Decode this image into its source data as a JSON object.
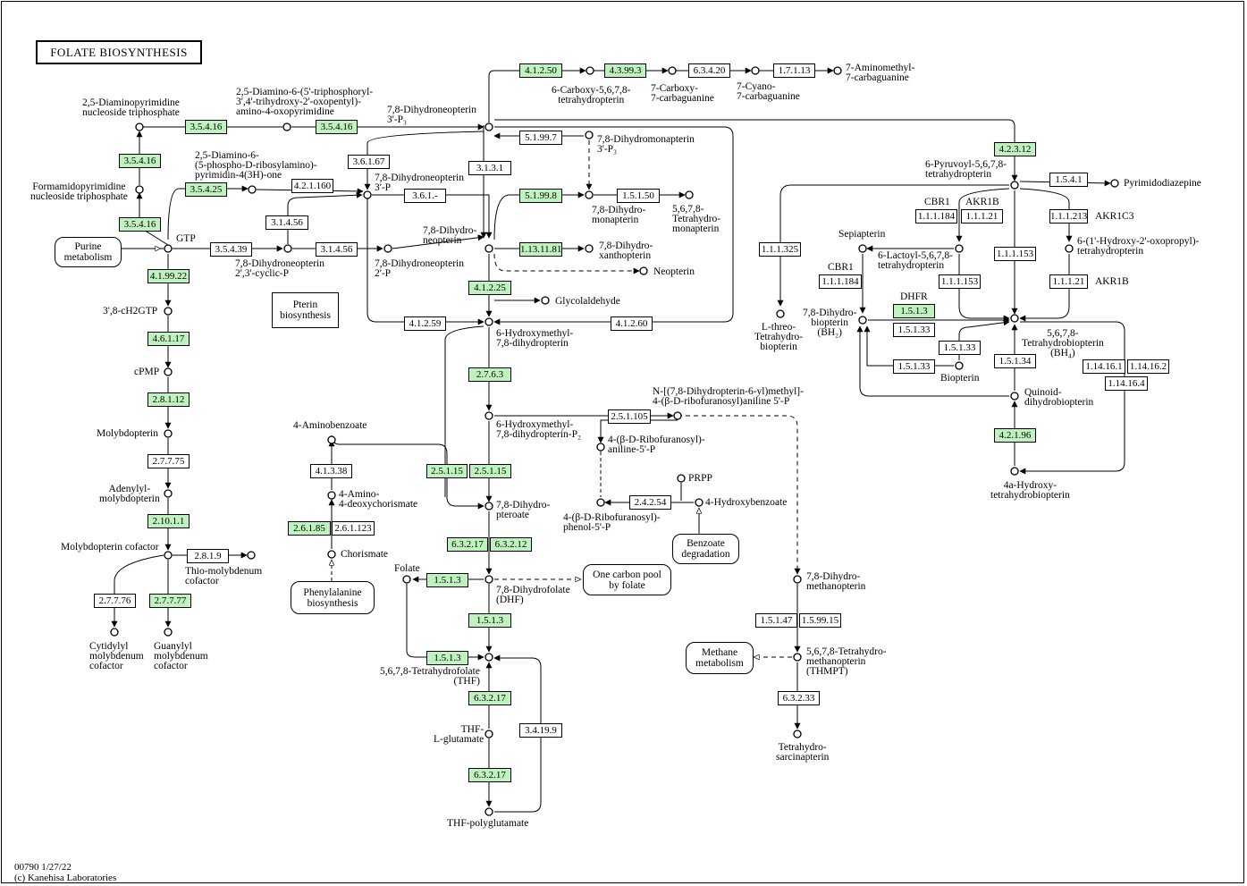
{
  "title": "FOLATE BIOSYNTHESIS",
  "footer": "00790 1/27/22\n(c) Kanehisa Laboratories",
  "colors": {
    "highlighted_enzyme": "#bff2bf",
    "line": "#000000"
  },
  "enzymes": [
    {
      "id": "4.1.2.50",
      "hl": true
    },
    {
      "id": "4.3.99.3",
      "hl": true
    },
    {
      "id": "6.3.4.20",
      "hl": false
    },
    {
      "id": "1.7.1.13",
      "hl": false
    },
    {
      "id": "3.5.4.16",
      "hl": true
    },
    {
      "id": "3.5.4.16",
      "hl": true
    },
    {
      "id": "3.5.4.16",
      "hl": true
    },
    {
      "id": "3.5.4.16",
      "hl": true
    },
    {
      "id": "3.5.4.25",
      "hl": true
    },
    {
      "id": "4.2.1.160",
      "hl": false
    },
    {
      "id": "3.6.1.67",
      "hl": false
    },
    {
      "id": "5.1.99.7",
      "hl": false
    },
    {
      "id": "3.1.3.1",
      "hl": false
    },
    {
      "id": "3.6.1.-",
      "hl": false
    },
    {
      "id": "5.1.99.8",
      "hl": true
    },
    {
      "id": "1.5.1.50",
      "hl": false
    },
    {
      "id": "3.1.4.56",
      "hl": false
    },
    {
      "id": "3.5.4.39",
      "hl": false
    },
    {
      "id": "3.1.4.56",
      "hl": false
    },
    {
      "id": "1.13.11.81",
      "hl": true
    },
    {
      "id": "4.1.99.22",
      "hl": true
    },
    {
      "id": "4.1.2.25",
      "hl": true
    },
    {
      "id": "4.1.2.59",
      "hl": false
    },
    {
      "id": "4.1.2.60",
      "hl": false
    },
    {
      "id": "4.6.1.17",
      "hl": true
    },
    {
      "id": "2.7.6.3",
      "hl": true
    },
    {
      "id": "2.8.1.12",
      "hl": true
    },
    {
      "id": "2.5.1.105",
      "hl": false
    },
    {
      "id": "2.7.7.75",
      "hl": false
    },
    {
      "id": "4.1.3.38",
      "hl": false
    },
    {
      "id": "2.5.1.15",
      "hl": true
    },
    {
      "id": "2.5.1.15",
      "hl": true
    },
    {
      "id": "2.10.1.1",
      "hl": true
    },
    {
      "id": "2.4.2.54",
      "hl": false
    },
    {
      "id": "2.6.1.85",
      "hl": true
    },
    {
      "id": "2.6.1.123",
      "hl": false
    },
    {
      "id": "2.8.1.9",
      "hl": false
    },
    {
      "id": "6.3.2.17",
      "hl": true
    },
    {
      "id": "6.3.2.12",
      "hl": true
    },
    {
      "id": "1.5.1.3",
      "hl": true
    },
    {
      "id": "2.7.7.76",
      "hl": false
    },
    {
      "id": "2.7.7.77",
      "hl": true
    },
    {
      "id": "1.5.1.3",
      "hl": true
    },
    {
      "id": "1.5.1.47",
      "hl": false
    },
    {
      "id": "1.5.99.15",
      "hl": false
    },
    {
      "id": "1.5.1.3",
      "hl": true
    },
    {
      "id": "6.3.2.17",
      "hl": true
    },
    {
      "id": "3.4.19.9",
      "hl": false
    },
    {
      "id": "6.3.2.33",
      "hl": false
    },
    {
      "id": "6.3.2.17",
      "hl": true
    },
    {
      "id": "4.2.3.12",
      "hl": true
    },
    {
      "id": "1.5.4.1",
      "hl": false
    },
    {
      "id": "1.1.1.184",
      "hl": false
    },
    {
      "id": "1.1.1.21",
      "hl": false
    },
    {
      "id": "1.1.1.213",
      "hl": false
    },
    {
      "id": "1.1.1.325",
      "hl": false
    },
    {
      "id": "1.1.1.153",
      "hl": false
    },
    {
      "id": "1.1.1.184",
      "hl": false
    },
    {
      "id": "1.1.1.153",
      "hl": false
    },
    {
      "id": "1.1.1.21",
      "hl": false
    },
    {
      "id": "1.5.1.3",
      "hl": true
    },
    {
      "id": "1.5.1.33",
      "hl": false
    },
    {
      "id": "1.5.1.33",
      "hl": false
    },
    {
      "id": "1.5.1.33",
      "hl": false
    },
    {
      "id": "1.5.1.34",
      "hl": false
    },
    {
      "id": "1.14.16.1",
      "hl": false
    },
    {
      "id": "1.14.16.2",
      "hl": false
    },
    {
      "id": "1.14.16.4",
      "hl": false
    },
    {
      "id": "4.2.1.96",
      "hl": true
    }
  ],
  "compounds": [
    "7-Aminomethyl-\n7-carbaguanine",
    "6-Carboxy-5,6,7,8-\ntetrahydropterin",
    "7-Carboxy-\n7-carbaguanine",
    "7-Cyano-\n7-carbaguanine",
    "2,5-Diaminopyrimidine\nnucleoside triphosphate",
    "2,5-Diamino-6-(5'-triphosphoryl-\n3',4'-trihydroxy-2'-oxopentyl)-\namino-4-oxopyrimidine",
    "7,8-Dihydroneopterin\n3'-P₃",
    "7,8-Dihydromonapterin\n3'-P₃",
    "Formamidopyrimidine\nnucleoside triphosphate",
    "2,5-Diamino-6-\n(5-phospho-D-ribosylamino)-\npyrimidin-4(3H)-one",
    "7,8-Dihydroneopterin\n3'-P",
    "7,8-Dihydro-\nmonapterin",
    "5,6,7,8-\nTetrahydro-\nmonapterin",
    "GTP",
    "7,8-Dihydro-\nneopterin",
    "7,8-Dihydro-\nxanthopterin",
    "7,8-Dihydroneopterin\n2',3'-cyclic-P",
    "7,8-Dihydroneopterin\n2'-P",
    "Neopterin",
    "3',8-cH2GTP",
    "Glycolaldehyde",
    "6-Hydroxymethyl-\n7,8-dihydropterin",
    "cPMP",
    "Molybdopterin",
    "6-Hydroxymethyl-\n7,8-dihydropterin-P₂",
    "N-[(7,8-Dihydropterin-6-yl)methyl]-\n4-(β-D-ribofuranosyl)aniline 5'-P",
    "4-Aminobenzoate",
    "4-(β-D-Ribofuranosyl)-\naniline-5'-P",
    "Adenylyl-\nmolybdopterin",
    "4-Amino-\n4-deoxychorismate",
    "PRPP",
    "7,8-Dihydro-\npteroate",
    "4-Hydroxybenzoate",
    "4-(β-D-Ribofuranosyl)-\nphenol-5'-P",
    "Molybdopterin cofactor",
    "Chorismate",
    "Thio-molybdenum\ncofactor",
    "Folate",
    "7,8-Dihydrofolate\n(DHF)",
    "7,8-Dihydro-\nmethanopterin",
    "Cytidylyl\nmolybdenum\ncofactor",
    "Guanylyl\nmolybdenum\ncofactor",
    "5,6,7,8-Tetrahydrofolate\n(THF)",
    "5,6,7,8-Tetrahydro-\nmethanopterin\n(THMPT)",
    "THF-\nL-glutamate",
    "Tetrahydro-\nsarcinapterin",
    "THF-polyglutamate",
    "6-Pyruvoyl-5,6,7,8-\ntetrahydropterin",
    "Pyrimidodiazepine",
    "6-(1'-Hydroxy-2'-oxopropyl)-\ntetrahydropterin",
    "Sepiapterin",
    "6-Lactoyl-5,6,7,8-\ntetrahydropterin",
    "L-threo-\nTetrahydro-\nbiopterin",
    "7,8-Dihydro-\nbiopterin\n(BH₂)",
    "5,6,7,8-\nTetrahydrobiopterin\n(BH₄)",
    "Biopterin",
    "Quinoid-\ndihydrobiopterin",
    "4a-Hydroxy-\ntetrahydrobiopterin"
  ],
  "gene_labels": [
    "CBR1",
    "AKR1B",
    "AKR1C3",
    "CBR1",
    "DHFR",
    "AKR1B"
  ],
  "maps": [
    "Purine\nmetabolism",
    "Pterin\nbiosynthesis",
    "Benzoate\ndegradation",
    "Phenylalanine\nbiosynthesis",
    "One carbon pool\nby folate",
    "Methane\nmetabolism"
  ]
}
